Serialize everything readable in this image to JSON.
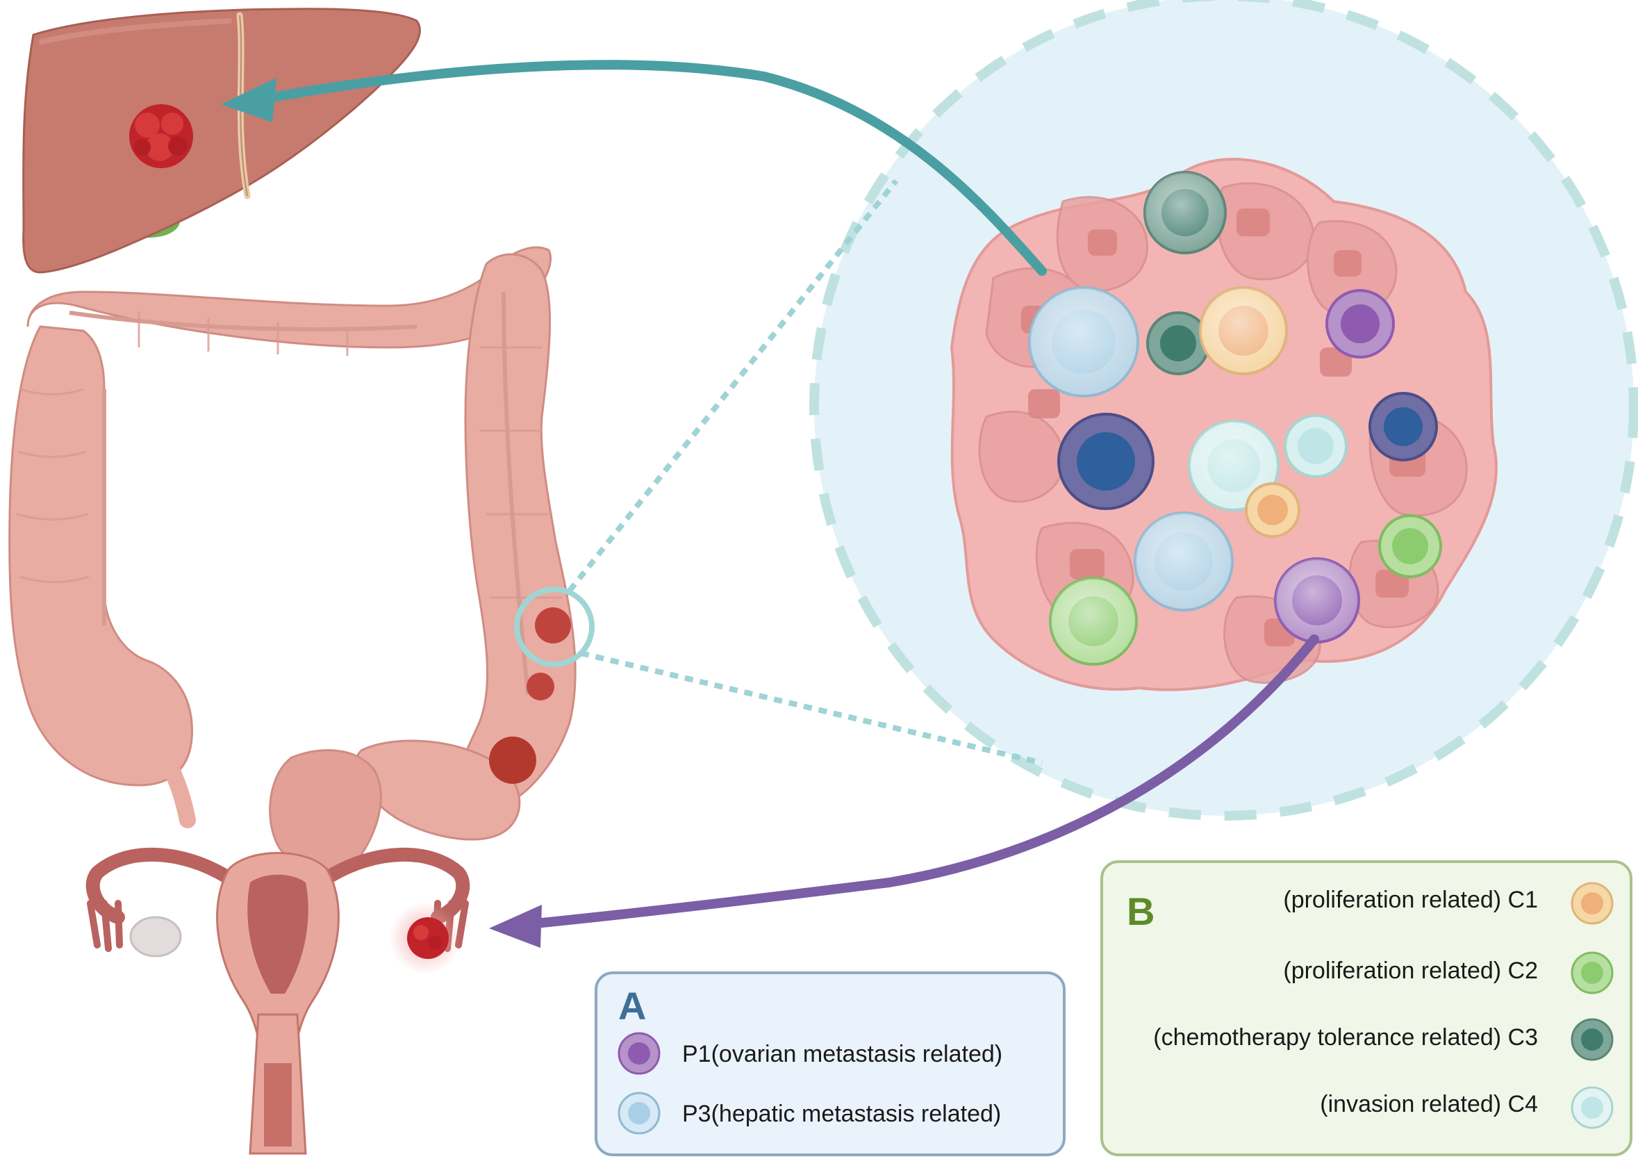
{
  "legend_a": {
    "letter": "A",
    "items": [
      {
        "label": "P1(ovarian metastasis related)",
        "color": "#8e5bb1"
      },
      {
        "label": "P3(hepatic metastasis related)",
        "color": "#a9cfe6"
      }
    ]
  },
  "legend_b": {
    "letter": "B",
    "items": [
      {
        "label": "(proliferation related) C1",
        "color": "#f0b07a"
      },
      {
        "label": "(proliferation related) C2",
        "color": "#8ccc6f"
      },
      {
        "label": "(chemotherapy tolerance related) C3",
        "color": "#3f7c6c"
      },
      {
        "label": "(invasion related) C4",
        "color": "#bfe6e6"
      }
    ]
  },
  "colors": {
    "liver": "#c77a6e",
    "colon": "#e9aca2",
    "tumor": "#c43a36",
    "zoom_circle": "#e3f2f8",
    "liver_arrow": "#4a9fa3",
    "ovary_arrow": "#7b5ea5",
    "dotted_lines": "#9fd3d6"
  },
  "icons": [
    "liver-icon",
    "colon-icon",
    "uterus-icon",
    "tumor-icon",
    "cell-cluster-icon"
  ]
}
